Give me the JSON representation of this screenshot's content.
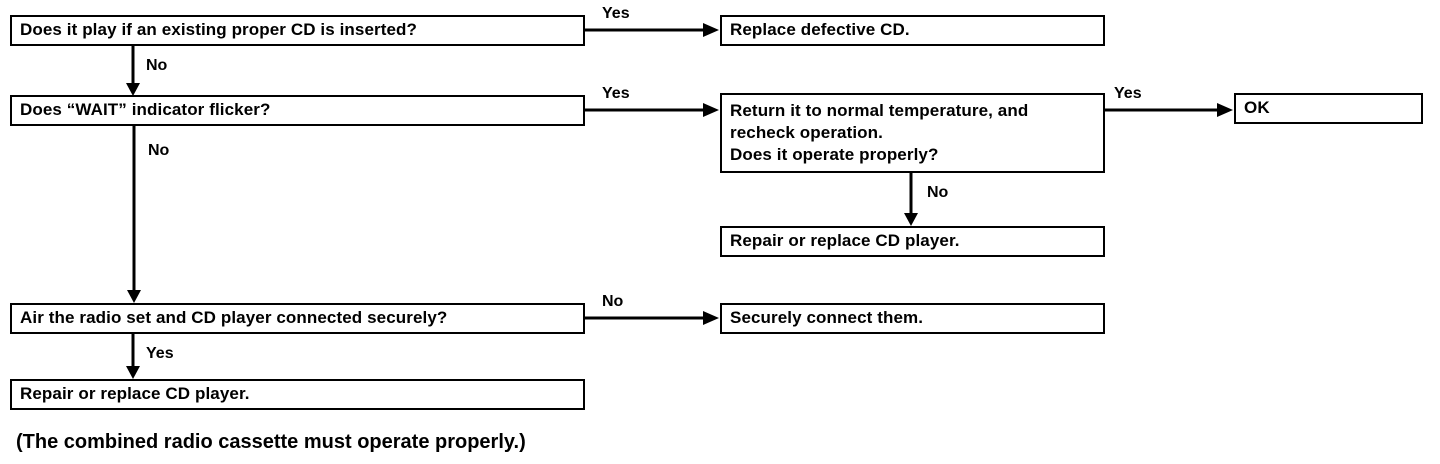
{
  "diagram": {
    "title_caption": "(The combined radio cassette must operate properly.)",
    "nodes": {
      "q_play_cd": "Does it play if an existing proper CD is inserted?",
      "replace_defective_cd": "Replace defective CD.",
      "q_wait_flicker": "Does “WAIT” indicator flicker?",
      "return_normal_temp_l1": "Return it to normal temperature, and",
      "return_normal_temp_l2": "recheck operation.",
      "return_normal_temp_l3": "Does it operate properly?",
      "ok": "OK",
      "repair_replace_cd_player_right": "Repair or replace CD player.",
      "q_connected_securely": "Air the radio set and CD player connected securely?",
      "securely_connect_them": "Securely connect them.",
      "repair_replace_cd_player_bottom": "Repair or replace CD player."
    },
    "edge_labels": {
      "play_yes": "Yes",
      "play_no": "No",
      "wait_yes": "Yes",
      "wait_no": "No",
      "operate_yes": "Yes",
      "operate_no": "No",
      "connected_no": "No",
      "connected_yes": "Yes"
    },
    "colors": {
      "stroke": "#000000",
      "background": "#ffffff",
      "text": "#000000"
    }
  }
}
